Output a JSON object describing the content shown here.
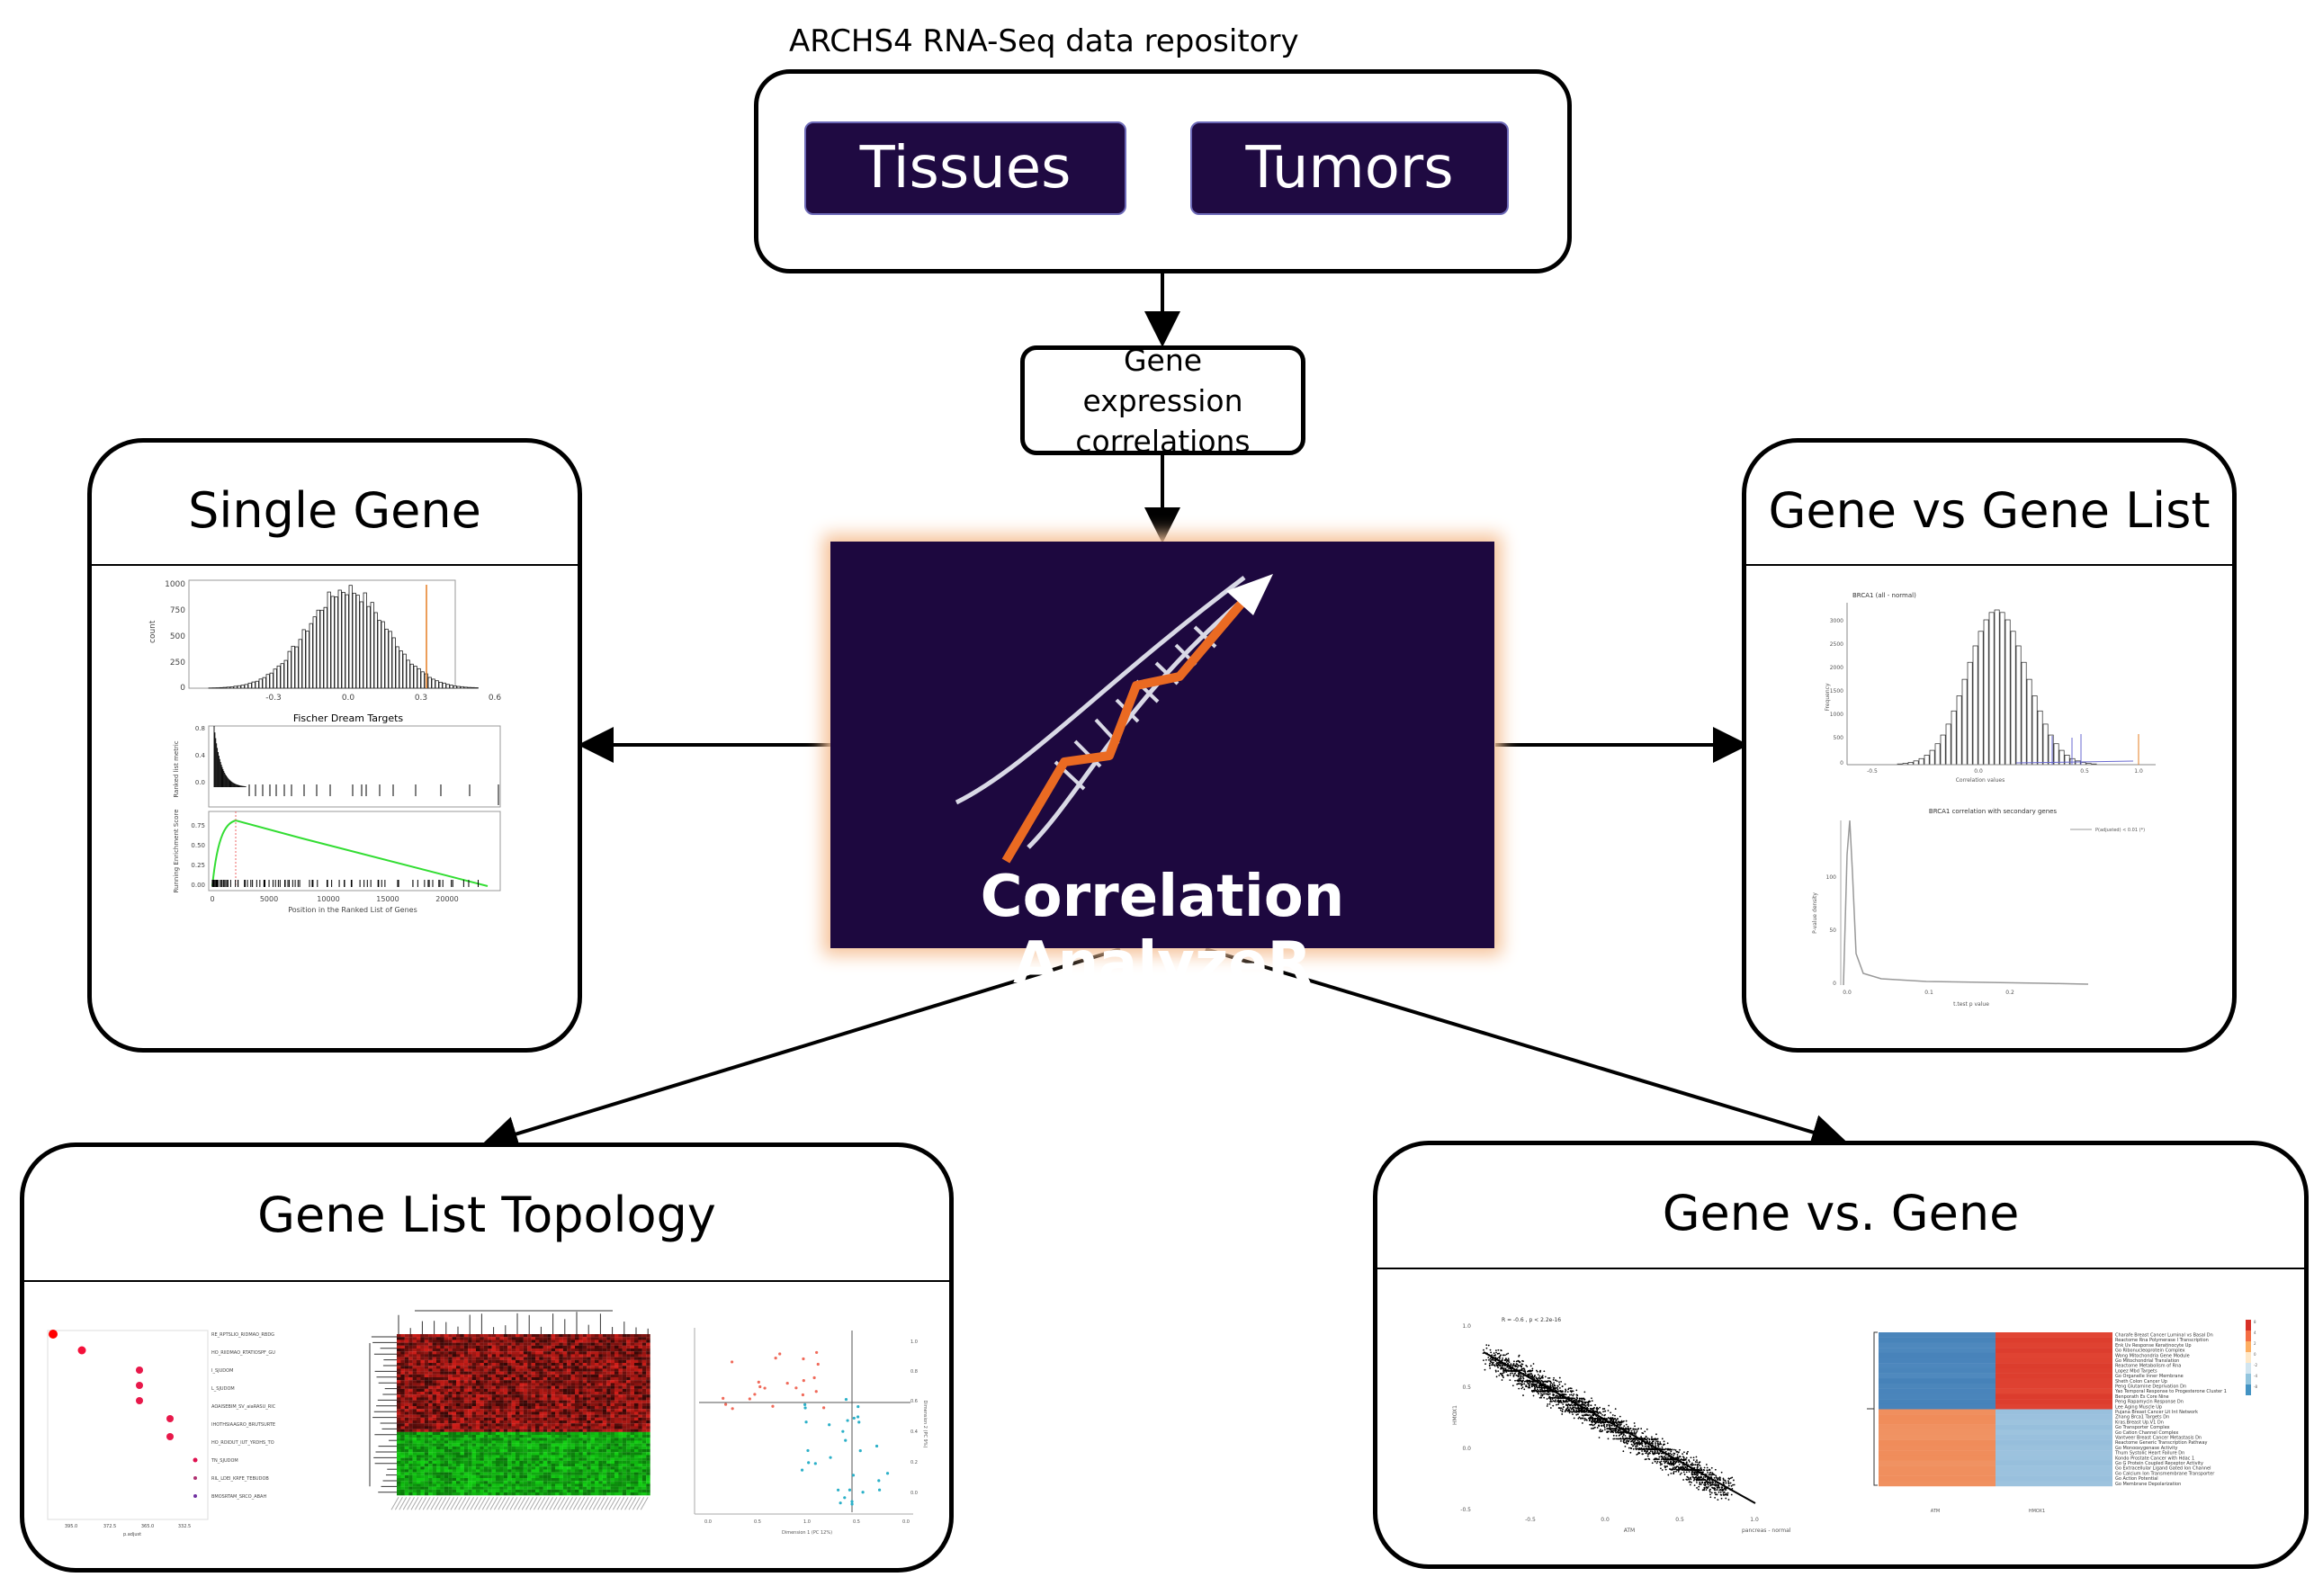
{
  "repository": {
    "label": "ARCHS4 RNA-Seq data repository",
    "tissues": "Tissues",
    "tumors": "Tumors"
  },
  "correlations_box": "Gene expression correlations",
  "logo_text": "Correlation AnalyzeR",
  "panels": {
    "single_gene": "Single Gene",
    "gene_vs_list": "Gene vs Gene List",
    "list_topology": "Gene List Topology",
    "gene_vs_gene": "Gene vs. Gene"
  },
  "thumb_single": {
    "hist_y_ticks": [
      "1000",
      "750",
      "500",
      "250",
      "0"
    ],
    "hist_x_ticks": [
      "-0.3",
      "0.0",
      "0.3",
      "0.6"
    ],
    "hist_ylabel": "count",
    "gsea_title": "Fischer Dream Targets",
    "gsea_upper_ylabel": "Ranked list metric",
    "gsea_upper_ticks": [
      "0.8",
      "0.4",
      "0.0"
    ],
    "gsea_lower_ylabel": "Running Enrichment Score",
    "gsea_lower_ticks": [
      "0.75",
      "0.50",
      "0.25",
      "0.00"
    ],
    "gsea_x_ticks": [
      "0",
      "5000",
      "10000",
      "15000",
      "20000"
    ],
    "gsea_xlabel": "Position in the Ranked List of Genes"
  },
  "thumb_list": {
    "hist_title": "BRCA1 (all - normal)",
    "hist_y_ticks": [
      "3000",
      "2500",
      "2000",
      "1500",
      "1000",
      "500",
      "0"
    ],
    "hist_x_ticks": [
      "-0.5",
      "0.0",
      "0.5",
      "1.0"
    ],
    "hist_ylabel": "Frequency",
    "hist_xlabel": "Correlation values",
    "density_title": "BRCA1 correlation with secondary genes",
    "density_legend": "P(adjusted) < 0.01 (*)",
    "density_ylabel": "P-value density",
    "density_y_ticks": [
      "100",
      "50",
      "0"
    ],
    "density_x_ticks": [
      "0.0",
      "0.1",
      "0.2"
    ],
    "density_xlabel": "t.test p value"
  },
  "thumb_scatter": {
    "stat": "R = -0.6 , p < 2.2e-16",
    "ylabel": "HMOX1",
    "xlabel": "ATM",
    "y_ticks": [
      "1.0",
      "0.5",
      "0.0",
      "-0.5"
    ],
    "x_ticks": [
      "-0.5",
      "0.0",
      "0.5",
      "1.0"
    ],
    "caption": "pancreas - normal"
  },
  "thumb_heatmap": {
    "col_labels": [
      "ATM",
      "HMOX1"
    ],
    "legend_ticks": [
      "8",
      "4",
      "2",
      "0",
      "-2",
      "-4",
      "-8"
    ],
    "row_labels": [
      "Charafe Breast Cancer Luminal vs Basal Dn",
      "Reactome Rna Polymerase I Transcription",
      "Enk Uv Response Keratinocyte Up",
      "Go Ribonucleoprotein Complex",
      "Wong Mitochondria Gene Module",
      "Go Mitochondrial Translation",
      "Reactome Metabolism of Rna",
      "Lopez Mbd Targets",
      "Go Organelle Inner Membrane",
      "Sheth Colon Cancer Up",
      "Peng Glutamine Deprivation Dn",
      "Yao Temporal Response to Progesterone Cluster 1",
      "Benporath Es Core Nine",
      "Peng Rapamycin Response Dn",
      "Lee Aging Muscle Up",
      "Pujana Breast Cancer Lit Int Network",
      "Zhang Brca1 Targets Dn",
      "Kras.Breast Up.V1 Dn",
      "Go Transporter Complex",
      "Go Cation Channel Complex",
      "Vantveer Breast Cancer Metastasis Dn",
      "Reactome Generic Transcription Pathway",
      "Go Monooxygenase Activity",
      "Thum Systolic Heart Failure Dn",
      "Kondo Prostate Cancer with Hdac 1",
      "Go G Protein Coupled Receptor Activity",
      "Go Extracellular Ligand Gated Ion Channel",
      "Go Calcium Ion Transmembrane Transporter",
      "Go Action Potential",
      "Go Membrane Depolarization"
    ]
  },
  "thumb_topology": {
    "dot_axis_ticks": [
      "395.0",
      "372.5",
      "365.0",
      "332.5"
    ],
    "dot_axis_label": "p.adjust",
    "dot_labels": [
      "RE_RPTSLIO_RIDMAO_RBDG",
      "HO_RIIDMAO_RTATIOSPF_GU",
      "I_SJUDOM",
      "L_SJUDOM",
      "AOAISEBIM_SV_aiaRASU_RIC",
      "IHOTHSIAAGRO_BRUTSURTE",
      "HO_ROIDUT_IUT_YRDHS_TO",
      "TN_SJUDOM",
      "RIL_LDEI_KRFE_TEBUDOB",
      "BMOSRTAM_SRCO_ABAH"
    ],
    "pca_x_ticks": [
      "0.0",
      "0.5",
      "1.0",
      "0.5",
      "0.0"
    ],
    "pca_y_ticks": [
      "1.0",
      "0.8",
      "0.6",
      "0.4",
      "0.2",
      "0.0"
    ],
    "pca_xlabel": "Dimension 1 (PC 12%)",
    "pca_ylabel": "Dimension 2 (PC 9%)"
  }
}
